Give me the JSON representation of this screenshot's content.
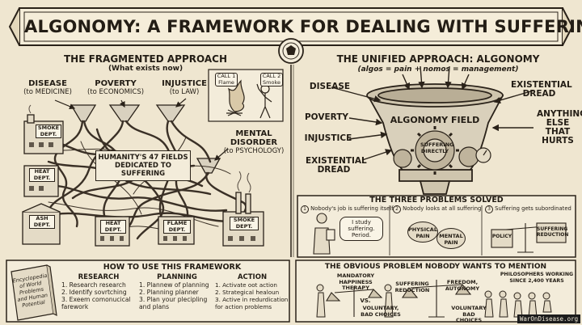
{
  "banner": {
    "title": "ALGONOMY: A FRAMEWORK FOR DEALING WITH SUFFERING"
  },
  "left": {
    "heading": "THE FRAGMENTED APPROACH",
    "subheading": "(What exists now)",
    "inputs": [
      {
        "name": "DISEASE",
        "target": "(to MEDICINE)"
      },
      {
        "name": "POVERTY",
        "target": "(to ECONOMICS)"
      },
      {
        "name": "INJUSTICE",
        "target": "(to LAW)"
      },
      {
        "name": "MENTAL DISORDER",
        "target": "(to PSYCHOLOGY)"
      }
    ],
    "center_label": "HUMANITY'S 47 FIELDS DEDICATED TO SUFFERING",
    "bubbles": [
      "CALL 1 Flame",
      "CALL 2 Smoke"
    ],
    "departments": [
      "SMOKE DEPT.",
      "HEAT DEPT.",
      "ASH DEPT.",
      "HEAT DEPT.",
      "FLAME DEPT.",
      "SMOKE DEPT."
    ]
  },
  "right": {
    "heading": "THE UNIFIED APPROACH: ALGONOMY",
    "subheading": "(algos = pain + nomos = management)",
    "inputs": [
      "DISEASE",
      "POVERTY",
      "INJUSTICE",
      "EXISTENTIAL DREAD",
      "EXISTENTIAL DREAD",
      "ANYTHING ELSE THAT HURTS"
    ],
    "field_label": "ALGONOMY FIELD",
    "gear_label": "SUFFERING DIRECTLY"
  },
  "problems": {
    "heading": "THE THREE PROBLEMS SOLVED",
    "items": [
      {
        "num": "1",
        "text": "Nobody's job is suffering itself",
        "bubble": "I study suffering. Period."
      },
      {
        "num": "2",
        "text": "Nobody looks at all suffering",
        "blobs": [
          "PHYSICAL PAIN",
          "MENTAL PAIN"
        ]
      },
      {
        "num": "3",
        "text": "Suffering gets subordinated",
        "left_sign": "POLICY",
        "right_sign": "SUFFERING REDUCTION"
      }
    ]
  },
  "howto": {
    "heading": "HOW TO USE THIS FRAMEWORK",
    "book": "Encyclopedia of World Problems and Human Potential",
    "columns": [
      {
        "title": "RESEARCH",
        "lines": [
          "1. Research  research",
          "2. Identify sovrtching",
          "3. Exeem comonucical",
          "    farework"
        ]
      },
      {
        "title": "PLANNING",
        "lines": [
          "1. Plannew of planning",
          "2. Planning planner",
          "3. Plan your plecipling",
          "    and plans"
        ]
      },
      {
        "title": "ACTION",
        "lines": [
          "1. Activate oot action",
          "2. Strategical healoun",
          "3. Active in redurdication",
          "    for action problems"
        ]
      }
    ]
  },
  "obvious": {
    "heading": "THE OBVIOUS PROBLEM NOBODY WANTS TO MENTION",
    "labels": [
      "MANDATORY HAPPINESS THERAPY",
      "VS.",
      "SUFFERING REDUCTION",
      "FREEDOM, AUTONOMY",
      "VOLUNTARY, BAD CHOICES",
      "VOLUNTARY BAD CHOICES",
      "PHILOSOPHERS WORKING SINCE 2,400 YEARS"
    ]
  },
  "footer": {
    "site": "WarOnDisease.org"
  }
}
